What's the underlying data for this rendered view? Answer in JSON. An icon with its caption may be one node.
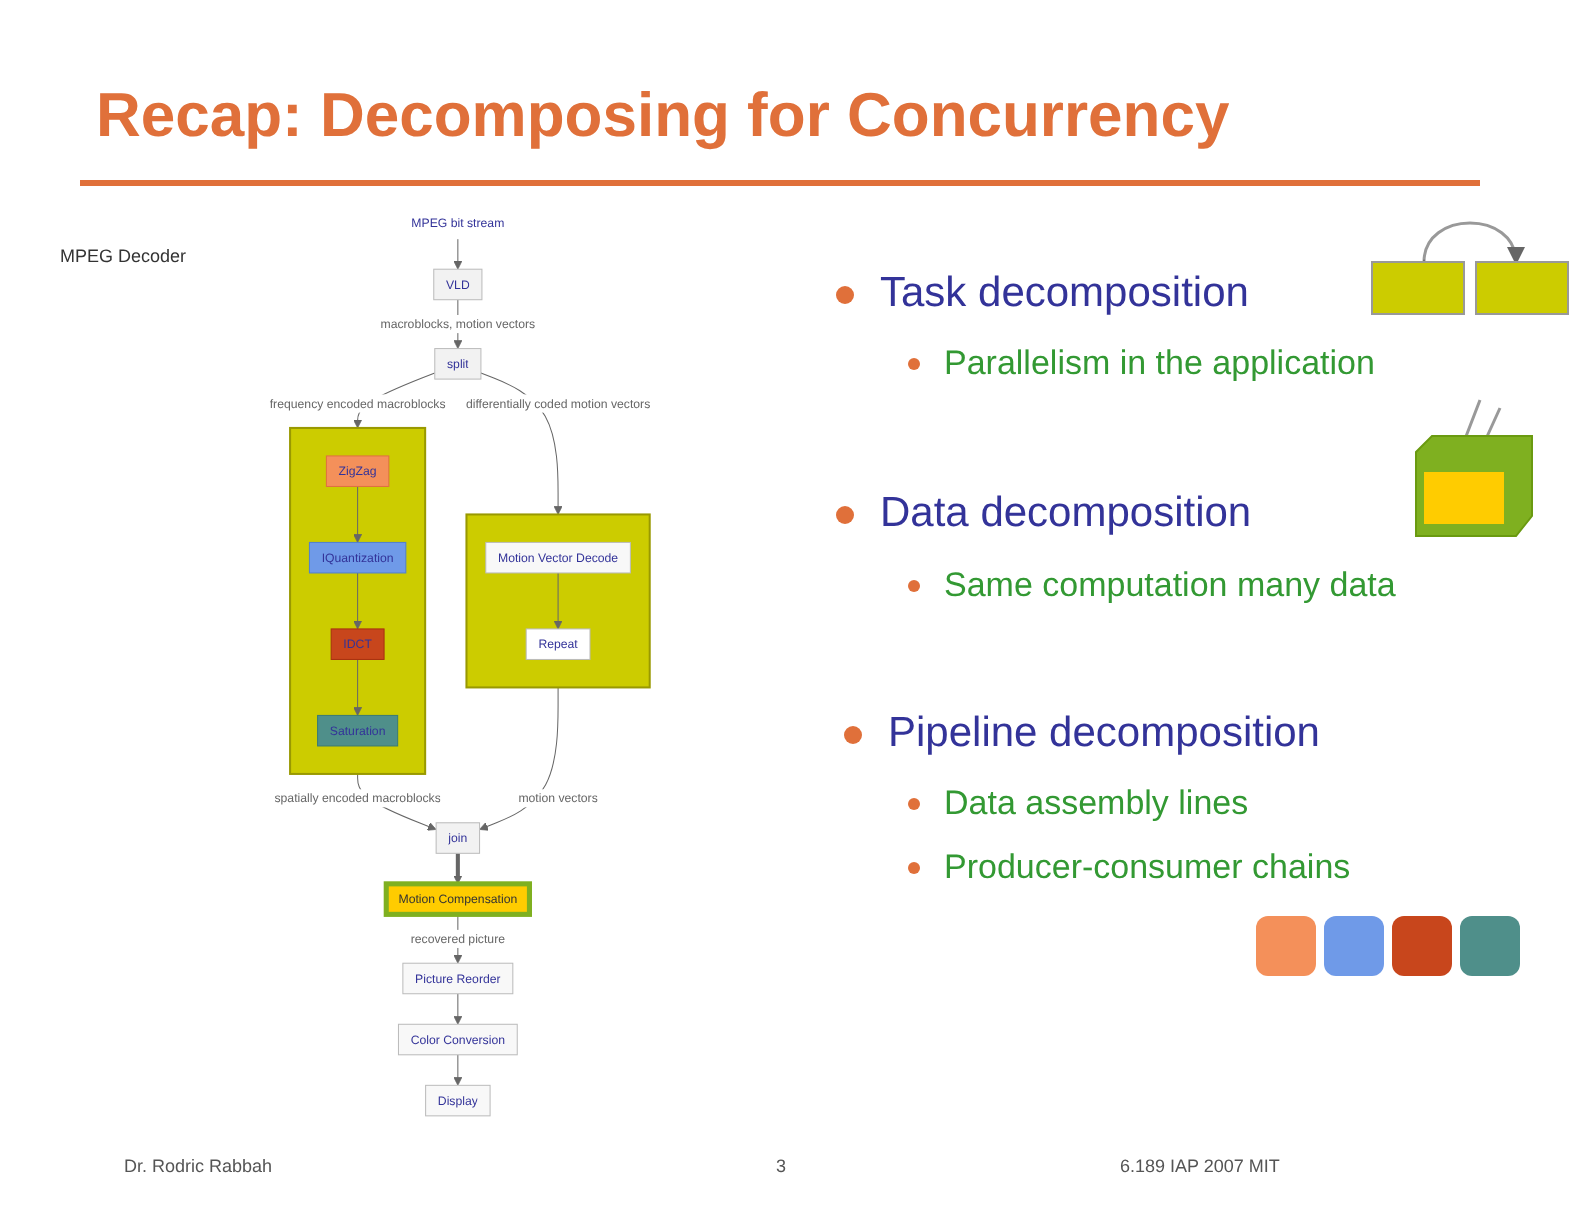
{
  "diagram": {
    "title": "Recap: Decomposing for Concurrency",
    "nodes": [
      {
        "text": [
          "MPEG bit stream"
        ]
      },
      {
        "text": [
          "VLD"
        ]
      },
      {
        "text": [
          "split"
        ]
      },
      {
        "text": [],
        "shape": "box"
      },
      {
        "text": [
          "ZigZag"
        ],
        "in": 3
      },
      {
        "text": [
          "IQuantization"
        ],
        "in": 3
      },
      {
        "text": [
          "IDCT"
        ],
        "in": 3
      },
      {
        "text": [
          "Saturation"
        ],
        "in": 3
      },
      {
        "text": [],
        "shape": "box"
      },
      {
        "text": [
          "Motion Vector Decode"
        ],
        "in": 8
      },
      {
        "text": [
          "Repeat"
        ],
        "in": 8
      },
      {
        "text": [
          "join"
        ]
      },
      {
        "text": [
          "Motion Compensation"
        ]
      },
      {
        "text": [
          "Picture Reorder"
        ]
      },
      {
        "text": [
          "Color Conversion"
        ]
      },
      {
        "text": [
          "Display"
        ]
      }
    ],
    "edges": [
      {
        "from": 0,
        "to": 1,
        "arrow": "to"
      },
      {
        "from": 1,
        "to": 2,
        "arrow": "to",
        "label": "macroblocks, motion vectors"
      },
      {
        "from": 2,
        "to": 3,
        "arrow": "to",
        "label": "frequency encoded macroblocks"
      },
      {
        "from": 2,
        "to": 8,
        "arrow": "to",
        "label": "differentially coded motion vectors"
      },
      {
        "from": 4,
        "to": 5,
        "arrow": "to"
      },
      {
        "from": 5,
        "to": 6,
        "arrow": "to"
      },
      {
        "from": 6,
        "to": 7,
        "arrow": "to"
      },
      {
        "from": 9,
        "to": 10,
        "arrow": "to"
      },
      {
        "from": 3,
        "to": 11,
        "arrow": "to",
        "label": "spatially encoded macroblocks"
      },
      {
        "from": 8,
        "to": 11,
        "arrow": "to",
        "label": "motion vectors"
      },
      {
        "from": 11,
        "to": 12,
        "arrow": "to",
        "style": "thick"
      },
      {
        "from": 12,
        "to": 13,
        "arrow": "to",
        "label": "recovered picture"
      },
      {
        "from": 13,
        "to": 14,
        "arrow": "to"
      },
      {
        "from": 14,
        "to": 15,
        "arrow": "to"
      }
    ],
    "labels": [
      "MPEG Decoder",
      "Task decomposition",
      "Parallelism in the application",
      "Data decomposition",
      "Same computation many data",
      "Pipeline decomposition",
      "Data assembly lines",
      "Producer-consumer chains",
      "Dr. Rodric Rabbah",
      "3",
      "6.189 IAP 2007 MIT"
    ]
  }
}
